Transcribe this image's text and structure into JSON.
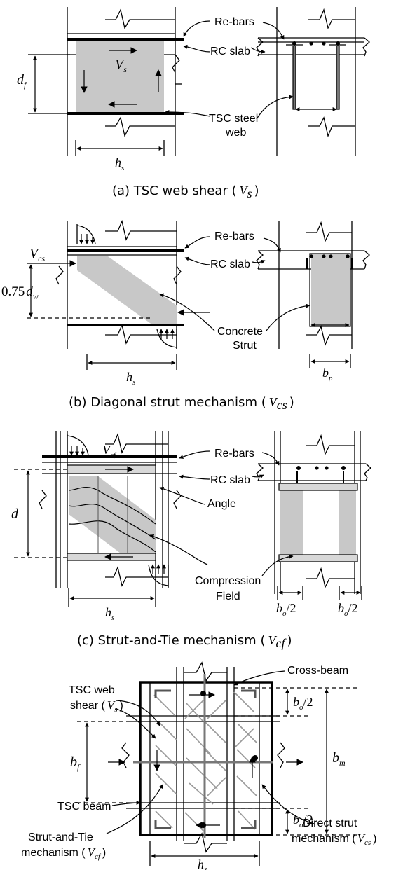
{
  "labels": {
    "rebars": "Re-bars",
    "rc_slab": "RC slab",
    "tsc_steel_web_1": "TSC steel",
    "tsc_steel_web_2": "web",
    "concrete_strut_1": "Concrete",
    "concrete_strut_2": "Strut",
    "angle": "Angle",
    "compression_field_1": "Compression",
    "compression_field_2": "Field",
    "cross_beam": "Cross-beam",
    "tsc_web_shear_1": "TSC web",
    "tsc_web_shear_2": "shear (",
    "tsc_beam": "TSC beam",
    "strut_and_tie_1": "Strut-and-Tie",
    "strut_and_tie_2": "mechanism (",
    "direct_strut_1": "Direct strut",
    "direct_strut_2": "mechanism (",
    "close_paren": ")"
  },
  "symbols": {
    "df": "d",
    "df_sub": "f",
    "vs": "V",
    "vs_sub": "s",
    "hs": "h",
    "hs_sub": "s",
    "vcs": "V",
    "vcs_sub": "cs",
    "dw_coef": "0.75",
    "dw": "d",
    "dw_sub": "w",
    "bp": "b",
    "bp_sub": "p",
    "vcf": "V",
    "vcf_sub": "cf",
    "d": "d",
    "bo": "b",
    "bo_sub": "o",
    "bo_div": "/2",
    "bf": "b",
    "bf_sub": "f",
    "bm": "b",
    "bm_sub": "m"
  },
  "captions": {
    "a": "(a) TSC web shear (",
    "b": "(b) Diagonal strut mechanism (",
    "c": "(c) Strut-and-Tie mechanism (",
    "close": ")"
  }
}
